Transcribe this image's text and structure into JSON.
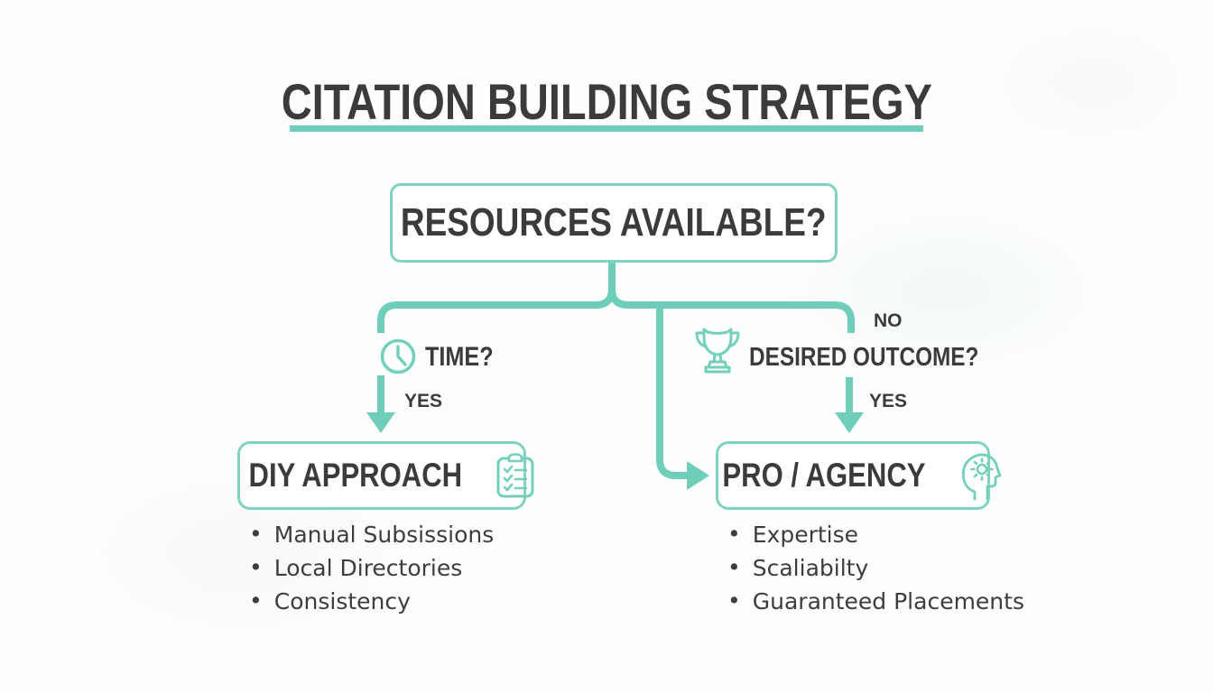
{
  "title": "CITATION BUILDING STRATEGY",
  "root": {
    "question": "RESOURCES AVAILABLE?"
  },
  "left_branch": {
    "icon": "clock-icon",
    "question": "TIME?",
    "answer_label": "YES",
    "result": {
      "title": "DIY APPROACH",
      "icon": "clipboard-checklist-icon"
    },
    "items": [
      "Manual Subsissions",
      "Local Directories",
      "Consistency"
    ]
  },
  "right_branch": {
    "branch_label": "NO",
    "icon": "trophy-icon",
    "question": "DESIRED OUTCOME?",
    "answer_label": "YES",
    "result": {
      "title": "PRO / AGENCY",
      "icon": "head-gear-icon"
    },
    "items": [
      "Expertise",
      "Scaliabilty",
      "Guaranteed Placements"
    ]
  },
  "colors": {
    "accent_teal": "#6fceba",
    "border_teal": "#82d2c1",
    "text_dark": "#3b3b3b"
  }
}
